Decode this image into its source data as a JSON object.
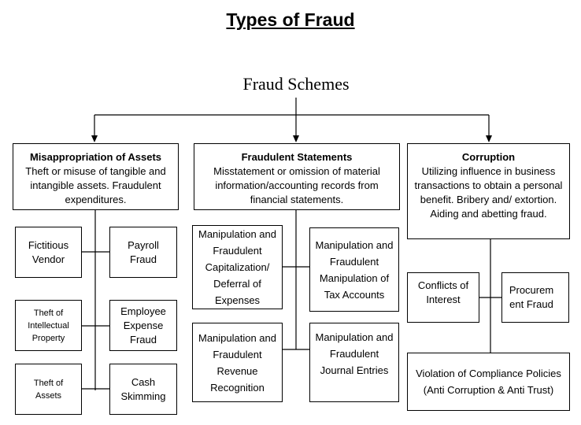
{
  "title": "Types of Fraud",
  "root": "Fraud Schemes",
  "categories": [
    {
      "heading": "Misappropriation of Assets",
      "body": "Theft or misuse of tangible and intangible assets. Fraudulent expenditures."
    },
    {
      "heading": "Fraudulent Statements",
      "body": "Misstatement or omission of material information/accounting records from financial statements."
    },
    {
      "heading": "Corruption",
      "body": "Utilizing influence in business transactions to obtain a personal benefit. Bribery and/ extortion. Aiding and abetting fraud."
    }
  ],
  "leaves": {
    "fictitious_vendor": "Fictitious Vendor",
    "payroll_fraud": "Payroll Fraud",
    "theft_ip": "Theft of Intellectual Property",
    "employee_expense": "Employee Expense Fraud",
    "theft_assets": "Theft of Assets",
    "cash_skimming": "Cash Skimming",
    "manip_capitalization": "Manipulation and Fraudulent Capitalization/ Deferral of Expenses",
    "manip_tax": "Manipulation and Fraudulent Manipulation of Tax Accounts",
    "manip_revenue": "Manipulation and Fraudulent Revenue Recognition",
    "manip_journal": "Manipulation and Fraudulent Journal Entries",
    "conflicts": "Conflicts of Interest",
    "procurement": "Procurem ent Fraud",
    "compliance": "Violation of Compliance Policies (Anti Corruption & Anti Trust)"
  }
}
